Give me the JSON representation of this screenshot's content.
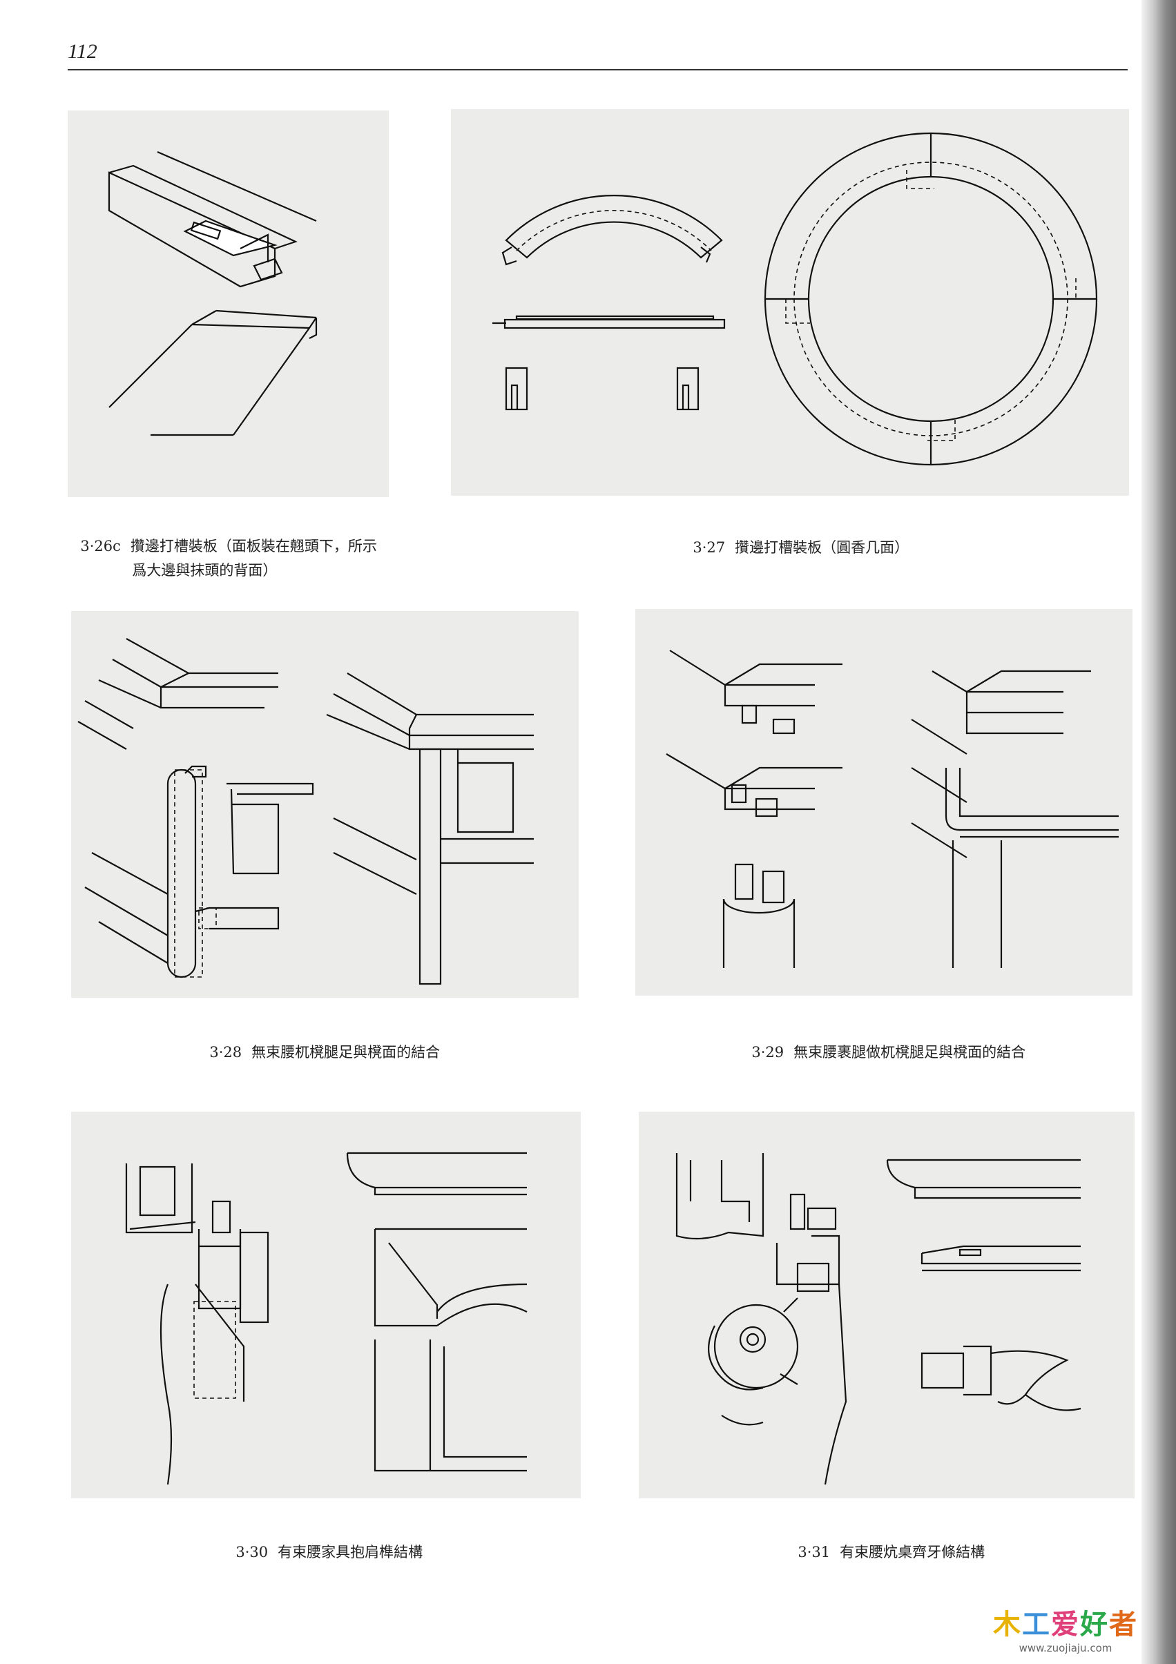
{
  "page": {
    "number": "112"
  },
  "figures": [
    {
      "id": "fig-3-26c",
      "number": "3·26c",
      "caption_line1": "攢邊打槽裝板（面板裝在翹頭下，所示",
      "caption_line2": "爲大邊與抹頭的背面）"
    },
    {
      "id": "fig-3-27",
      "number": "3·27",
      "caption_line1": "攢邊打槽裝板（圓香几面）",
      "caption_line2": ""
    },
    {
      "id": "fig-3-28",
      "number": "3·28",
      "caption_line1": "無束腰杌櫈腿足與櫈面的結合",
      "caption_line2": ""
    },
    {
      "id": "fig-3-29",
      "number": "3·29",
      "caption_line1": "無束腰裹腿做杌櫈腿足與櫈面的結合",
      "caption_line2": ""
    },
    {
      "id": "fig-3-30",
      "number": "3·30",
      "caption_line1": "有束腰家具抱肩榫結構",
      "caption_line2": ""
    },
    {
      "id": "fig-3-31",
      "number": "3·31",
      "caption_line1": "有束腰炕桌齊牙條結構",
      "caption_line2": ""
    }
  ],
  "watermark": {
    "logo_chars": [
      "木",
      "工",
      "爱",
      "好",
      "者"
    ],
    "url": "www.zuojiaju.com"
  }
}
